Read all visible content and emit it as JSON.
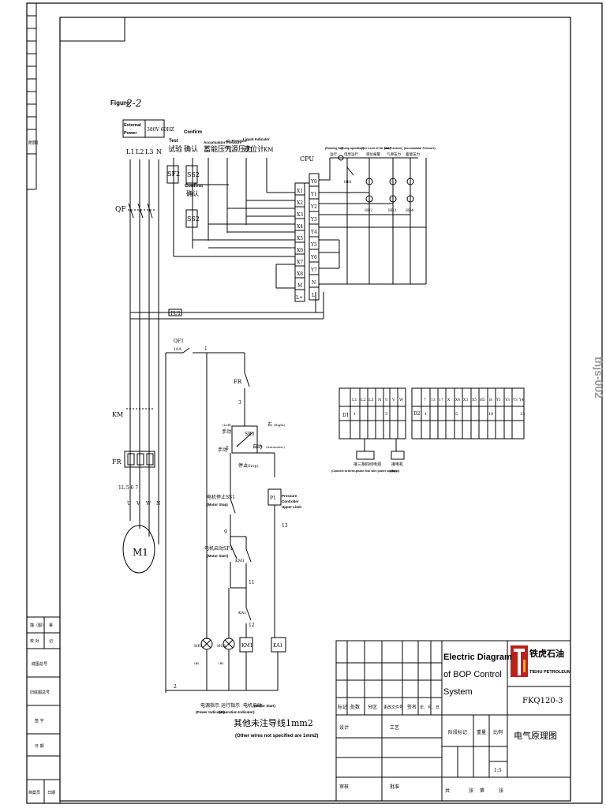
{
  "figure_label": "Figure",
  "figure_number": "2-2",
  "power_box": {
    "line1": "External",
    "line2": "Power",
    "spec": "380V 60HZ"
  },
  "phases": [
    "L1",
    "L2",
    "L3",
    "N"
  ],
  "top_labels": {
    "test_en": "Test",
    "test_cn": "试验",
    "confirm_en": "Confirm",
    "confirm_cn": "确认",
    "confirm2_en": "Confirm",
    "confirm2_cn": "确认",
    "acc_en": "Accumulator Pressure",
    "acc_cn": "蓄能压力",
    "air_en": "Air Pressure",
    "air_cn": "气源压力",
    "liq_en": "Liquid Indicator",
    "liq_cn": "液位计",
    "km": "KM",
    "cpu": "CPU",
    "sf2": "SF2",
    "ss2": "SS2",
    "ss3": "SS2",
    "qf": "QF"
  },
  "indicators": {
    "i1_en": "(Running Set)",
    "i1_cn": "运行",
    "i2_en": "(Pump operation)",
    "i2_cn": "电泵运行",
    "i3_en": "(The Level of Oil Tank)",
    "i3_cn": "液位报警",
    "i4_en": "(Air Pressure)",
    "i4_cn": "气源压力",
    "i5_en": "(Accumulator Pressure)",
    "i5_cn": "蓄能压力",
    "hb1": "HB1",
    "hb2": "HB2",
    "hb3": "HB3",
    "hb4": "HB4"
  },
  "plc_inputs": [
    "X1",
    "X2",
    "X3",
    "X4",
    "X5",
    "X6",
    "X7",
    "X8",
    "M",
    "L+"
  ],
  "plc_outputs": [
    "Y0",
    "Y1",
    "Y2",
    "Y3",
    "Y4",
    "Y5",
    "Y6",
    "Y7",
    "N",
    "L"
  ],
  "fuse_label": "FU1",
  "qf1": {
    "name": "QF1",
    "rating": "10A"
  },
  "control_nodes": {
    "n1": "1",
    "n2": "2",
    "n3": "3",
    "n5": "5",
    "n7": "7",
    "n9": "9",
    "n11": "11",
    "n12": "12",
    "n13": "13"
  },
  "fr_label": "FR",
  "selector": {
    "name": "SB3",
    "left_cn": "手动",
    "left_en": "(Left)",
    "right_cn": "右",
    "right_en": "(Right)",
    "auto_cn": "自动",
    "auto_en": "(Automatic)",
    "stop_cn": "停止",
    "stop_en": "(Stop)",
    "manual": "手动"
  },
  "pressure_switch": {
    "name": "P1",
    "line1": "Pressure",
    "line2": "Controller",
    "line3": "Upper Limit"
  },
  "motor_stop": {
    "cn": "电机停止SS1",
    "en": "(Motor Stop)"
  },
  "motor_start": {
    "cn": "电机启动SF1",
    "en": "(Motor Start)"
  },
  "km1": "KM1",
  "ka1": "KA1",
  "bottom_devices": {
    "hr1": "HR1",
    "hg1": "HG1",
    "km1": "KM1",
    "ka1": "KA1",
    "hr1_sym": "(⊗)",
    "hg1_sym": "(⊗)"
  },
  "bottom_captions": {
    "power_cn": "电源指示",
    "power_en": "(Power Indicator)",
    "op_cn": "运行指示",
    "op_en": "(Operation Indicator)",
    "motor_cn": "电机启动",
    "motor_en": "(Motor Start)",
    "wire_cn": "其他未注导线1mm2",
    "wire_en": "(Other wires not specified are 1mm2)"
  },
  "motor_section": {
    "km": "KM",
    "fr": "FR",
    "m1": "M1",
    "terminals": "1L-5 6 7",
    "uvwn": [
      "U",
      "V",
      "W",
      "N"
    ]
  },
  "terminal_strips": {
    "d1_label": "D1",
    "d2_label": "D2",
    "d1_headers": [
      "L1",
      "L2",
      "L3",
      "N",
      "U",
      "V",
      "W"
    ],
    "d1_row": [
      "1",
      "",
      "",
      "",
      "5",
      "",
      ""
    ],
    "d2_headers": [
      "7",
      "13",
      "17",
      "X",
      "X4",
      "X3",
      "X5",
      "H5",
      "H",
      "Y1",
      "Y3",
      "Y3",
      "Y4"
    ],
    "d2_row": [
      "1",
      "",
      "",
      "5",
      "",
      "",
      "",
      "",
      "10",
      "",
      "",
      "",
      "15"
    ],
    "d1_caption_cn": "接三相四线电源",
    "d1_caption_en": "(Connect to three-phase four wire power supply)",
    "d2_caption_cn": "接电机",
    "d2_caption_en": "(Motor)"
  },
  "side_text": "thjs-002",
  "left_margin_label": "附图",
  "left_panel": {
    "r1a": "描（图）",
    "r1b": "摹",
    "r2a": "校 对",
    "r2b": "记",
    "r3": "底图总号",
    "r4": "旧底图总号",
    "r5": "签 字",
    "r6": "日 期",
    "r7a": "档案员",
    "r7b": "日期"
  },
  "title_block": {
    "title1": "Electric Diagram",
    "title2": "of BOP Control",
    "title3": "System",
    "company_cn": "铁虎石油",
    "company_en": "TIEHU PETROLEUM",
    "drawing_no": "FKQ120-3",
    "drawing_name": "电气原理图",
    "h_mark": "标记",
    "h_count": "处数",
    "h_zone": "分区",
    "h_doc": "更改文件号",
    "h_sign": "签名",
    "h_date": "年、月、日",
    "design": "设计",
    "process": "工艺",
    "review": "审核",
    "approve": "批准",
    "stage": "阶段标记",
    "weight": "重量",
    "scale_label": "比例",
    "scale": "1:5",
    "sheets_a": "共",
    "sheets_b": "张",
    "sheet_a": "第",
    "sheet_b": "张"
  }
}
